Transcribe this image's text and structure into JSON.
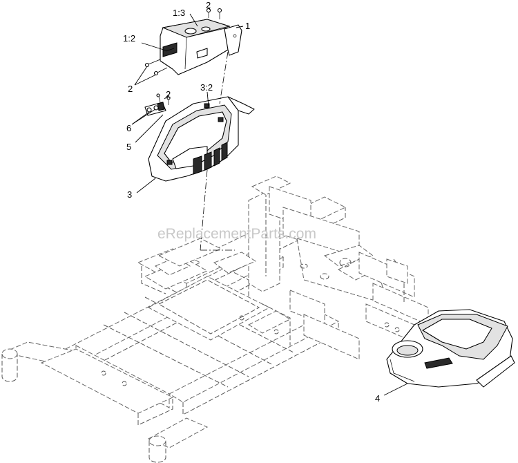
{
  "watermark": "eReplacementParts.com",
  "callouts": {
    "c1": "1",
    "c1_2": "1:2",
    "c1_3": "1:3",
    "c2_top": "2",
    "c2_left": "2",
    "c2_mid": "2",
    "c3_2": "3:2",
    "c3": "3",
    "c4": "4",
    "c5": "5",
    "c6": "6"
  }
}
